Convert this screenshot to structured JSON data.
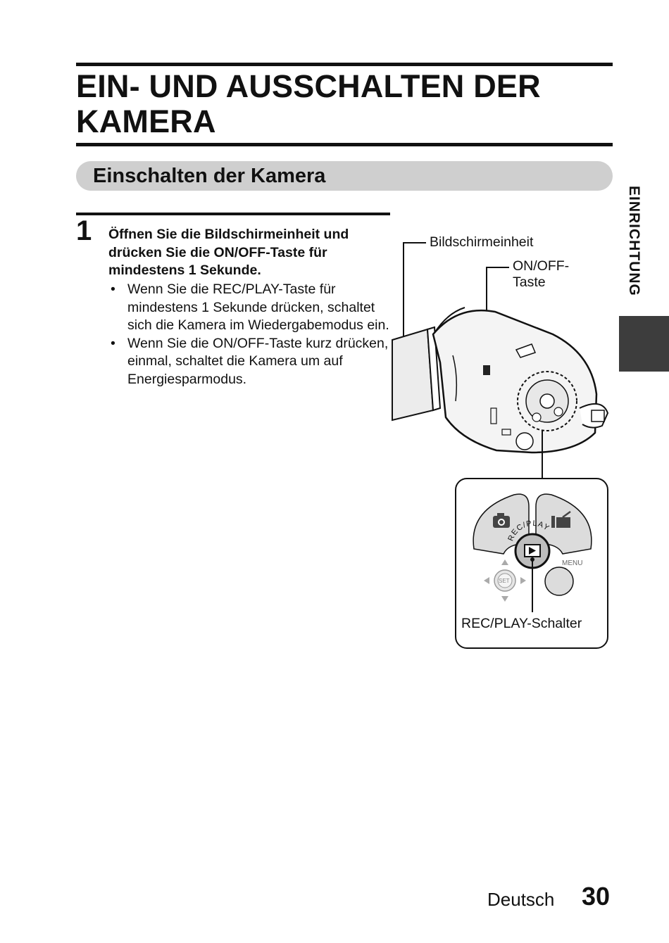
{
  "page": {
    "title_line1": "EIN- UND AUSSCHALTEN DER",
    "title_line2": "KAMERA",
    "section_title": "Einschalten der Kamera",
    "side_tab": "EINRICHTUNG"
  },
  "step": {
    "number": "1",
    "title": "Öffnen Sie die Bildschirmeinheit und drücken Sie die ON/OFF-Taste für mindestens 1 Sekunde.",
    "bullets": [
      "Wenn Sie die REC/PLAY-Taste für mindestens 1 Sekunde drücken, schaltet sich die Kamera im Wiedergabemodus ein.",
      "Wenn Sie die ON/OFF-Taste kurz drücken, einmal, schaltet die Kamera um auf Energiesparmodus."
    ],
    "bullet_symbol": "•"
  },
  "figure": {
    "label_screen": "Bildschirmeinheit",
    "label_onoff_line1": "ON/OFF-",
    "label_onoff_line2": "Taste",
    "label_recplay_switch": "REC/PLAY-Schalter",
    "dial_ring_text": "REC/PLAY",
    "menu_text": "MENU",
    "set_text": "SET",
    "icons": [
      "camera-icon",
      "video-camera-icon",
      "play-icon",
      "arrow-up-icon",
      "arrow-down-icon",
      "arrow-left-icon",
      "arrow-right-icon"
    ]
  },
  "footer": {
    "language": "Deutsch",
    "page_number": "30"
  },
  "colors": {
    "text": "#111111",
    "section_bar": "#cfcfcf",
    "side_tab_block": "#3d3d3d",
    "button_gray": "#d9d9d9"
  }
}
